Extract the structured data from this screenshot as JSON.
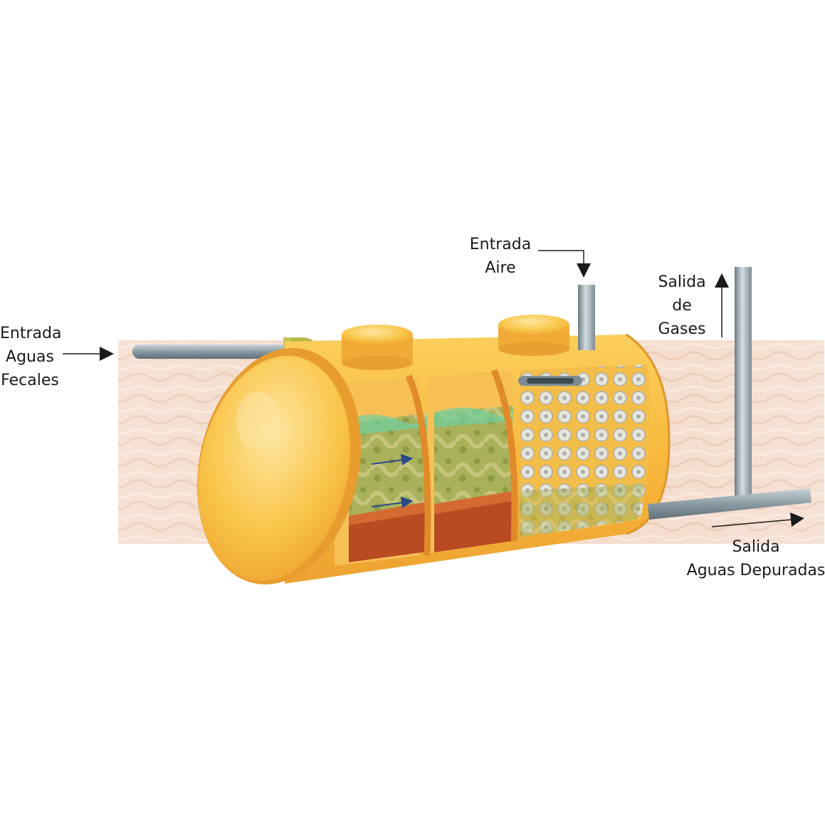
{
  "labels": {
    "inlet_sewage": [
      "Entrada",
      "Aguas",
      "Fecales"
    ],
    "inlet_air": [
      "Entrada",
      "Aire"
    ],
    "outlet_gas": [
      "Salida",
      "de",
      "Gases"
    ],
    "outlet_treated": [
      "Salida",
      "Aguas Depuradas"
    ]
  },
  "colors": {
    "ground": "#f2d6c4",
    "tank_body": "#f7b93a",
    "tank_cap": "#fbd36a",
    "tank_edge": "#e89a2a",
    "pipe": "#8fa0a8",
    "inlet_elbow": "#b7b84a",
    "sludge": "#b74a1f",
    "biomass": "#9aa84a",
    "media": "#d7d6c6",
    "arrow": "#1a1a1a"
  },
  "icons": [
    "arrow-right-icon",
    "arrow-down-icon",
    "arrow-up-icon"
  ]
}
